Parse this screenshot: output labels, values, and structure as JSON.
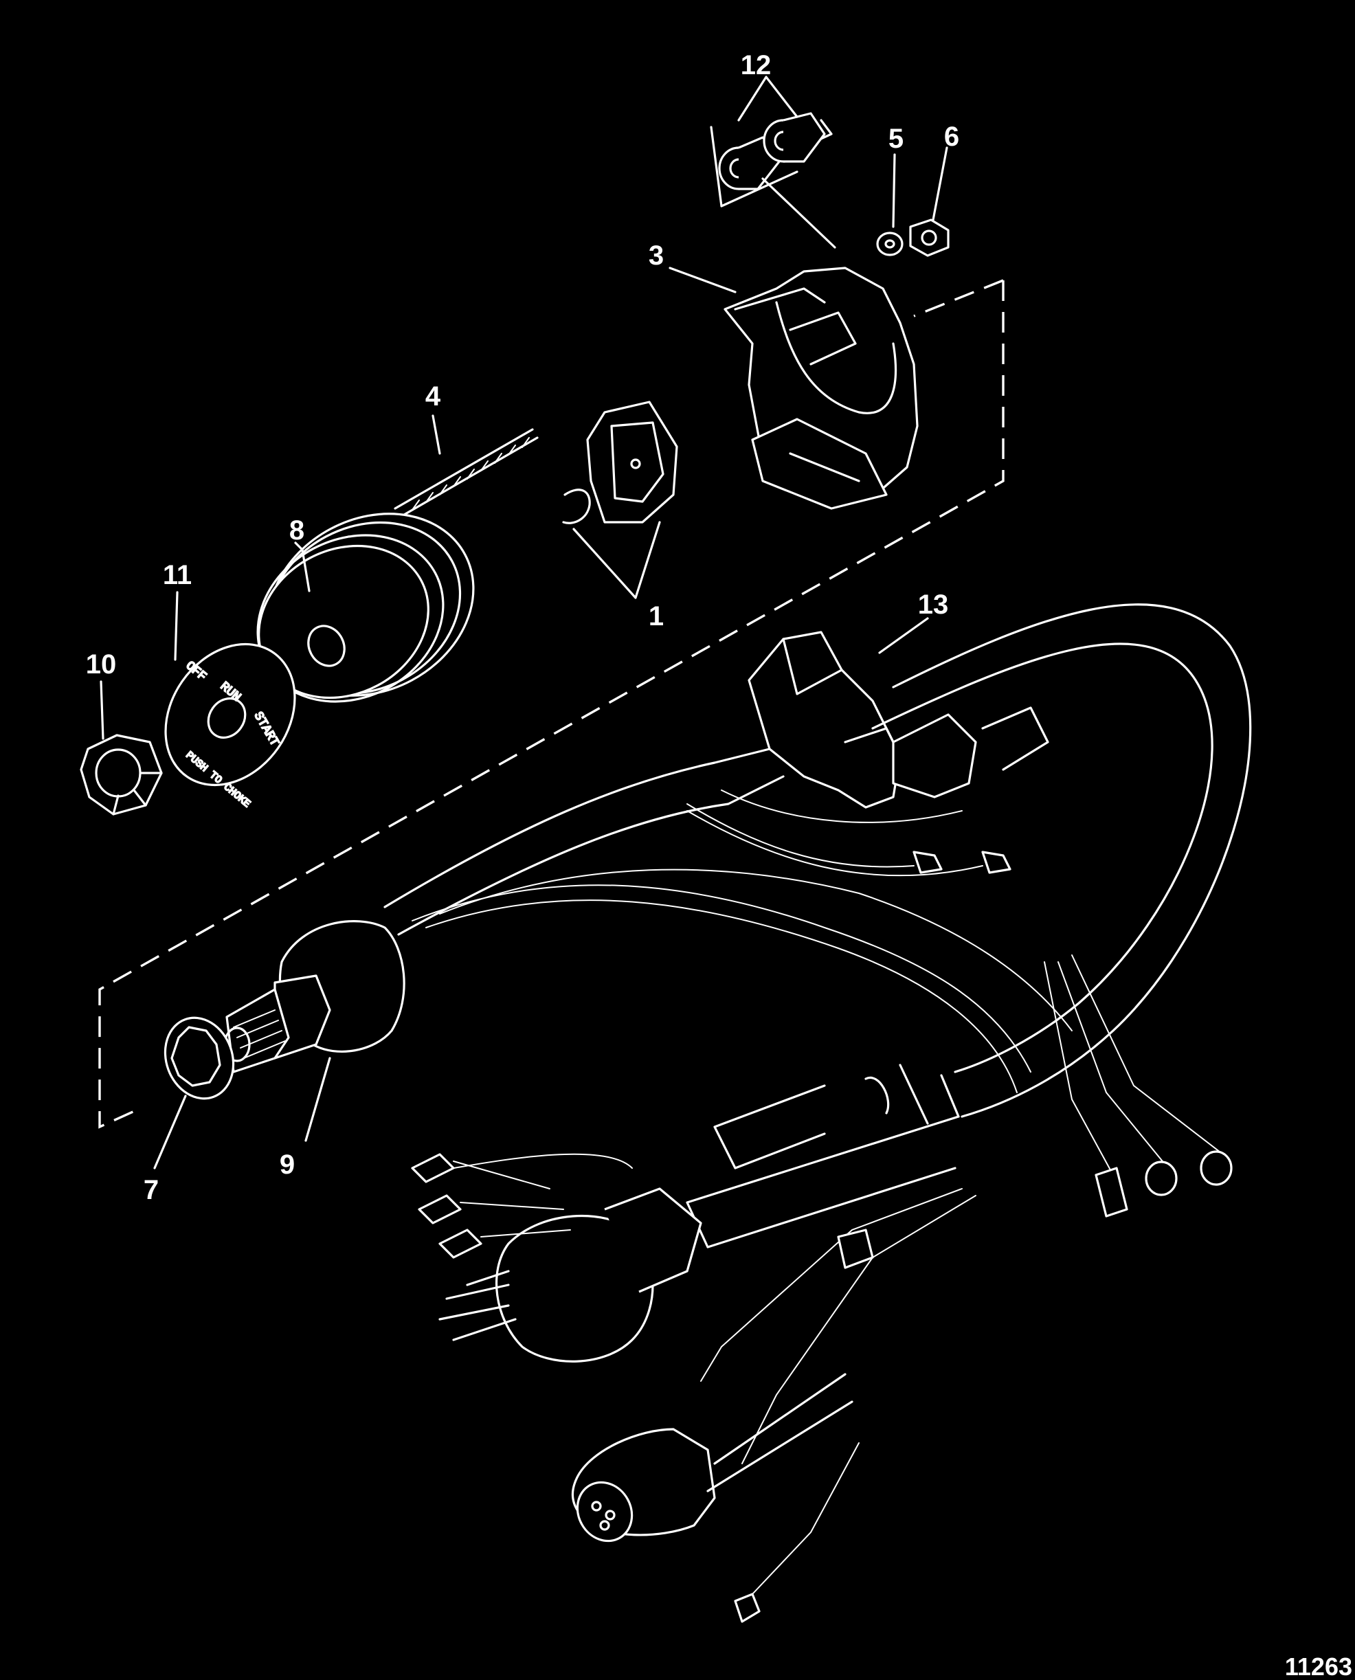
{
  "callouts": [
    {
      "id": "c12",
      "label": "12"
    },
    {
      "id": "c5",
      "label": "5"
    },
    {
      "id": "c6",
      "label": "6"
    },
    {
      "id": "c3",
      "label": "3"
    },
    {
      "id": "c4",
      "label": "4"
    },
    {
      "id": "c8",
      "label": "8"
    },
    {
      "id": "c11",
      "label": "11"
    },
    {
      "id": "c10",
      "label": "10"
    },
    {
      "id": "c1",
      "label": "1"
    },
    {
      "id": "c13",
      "label": "13"
    },
    {
      "id": "c9",
      "label": "9"
    },
    {
      "id": "c7",
      "label": "7"
    }
  ],
  "figure_id": "11263",
  "switch_face_text": [
    "OFF",
    "RUN",
    "START",
    "PUSH TO CHOKE"
  ],
  "colors": {
    "background": "#000000",
    "line": "#ffffff"
  }
}
